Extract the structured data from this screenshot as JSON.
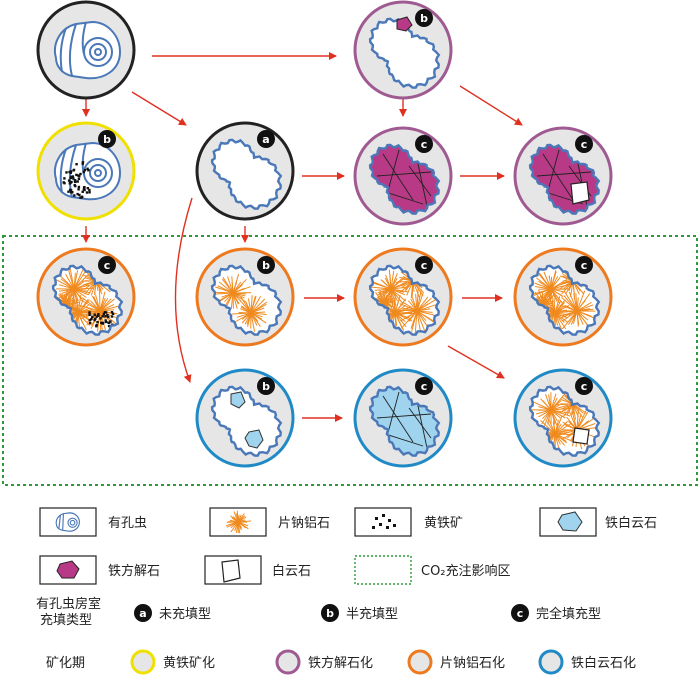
{
  "colors": {
    "arrow": "#e03020",
    "zone_border": "#2e9a3a",
    "circle_fill": "#e6e6e6",
    "shell_line": "#4a78b8",
    "stage_unfilled": "#222222",
    "stage_pyrite": "#f0e000",
    "stage_ferrocalcite": "#a05a92",
    "stage_dawsonite": "#ee7a20",
    "stage_ankerite": "#1f8ac6",
    "ferrocalcite_fill": "#b83a86",
    "dawsonite_fiber": "#f08a1e",
    "ankerite_fill": "#9fd3ee",
    "pyrite": "#111111"
  },
  "nodes": [
    {
      "id": "n1",
      "stage": "unfilled",
      "content": "foraminifera",
      "badge": ""
    },
    {
      "id": "n2",
      "stage": "ferrocalcite",
      "content": "ferrocalcite-small",
      "badge": "b"
    },
    {
      "id": "n3",
      "stage": "pyrite",
      "content": "pyrite-shell",
      "badge": "b"
    },
    {
      "id": "n4",
      "stage": "unfilled",
      "content": "empty-chamber",
      "badge": "a"
    },
    {
      "id": "n5",
      "stage": "ferrocalcite",
      "content": "ferrocalcite-full",
      "badge": "c"
    },
    {
      "id": "n6",
      "stage": "ferrocalcite",
      "content": "ferrocalcite-dolomite",
      "badge": "c"
    },
    {
      "id": "n7",
      "stage": "dawsonite",
      "content": "dawsonite-pyrite",
      "badge": "c"
    },
    {
      "id": "n8",
      "stage": "dawsonite",
      "content": "dawsonite-half",
      "badge": "b"
    },
    {
      "id": "n9",
      "stage": "dawsonite",
      "content": "dawsonite-full",
      "badge": "c"
    },
    {
      "id": "n10",
      "stage": "dawsonite",
      "content": "dawsonite-full",
      "badge": "c"
    },
    {
      "id": "n11",
      "stage": "ankerite",
      "content": "ankerite-half",
      "badge": "b"
    },
    {
      "id": "n12",
      "stage": "ankerite",
      "content": "ankerite-full",
      "badge": "c"
    },
    {
      "id": "n13",
      "stage": "ankerite",
      "content": "ankerite-dawsonite",
      "badge": "c"
    }
  ],
  "legend": {
    "items": [
      {
        "icon": "foraminifera",
        "label": "有孔虫"
      },
      {
        "icon": "dawsonite",
        "label": "片钠铝石"
      },
      {
        "icon": "pyrite",
        "label": "黄铁矿"
      },
      {
        "icon": "ankerite",
        "label": "铁白云石"
      },
      {
        "icon": "ferrocalcite",
        "label": "铁方解石"
      },
      {
        "icon": "dolomite",
        "label": "白云石"
      },
      {
        "icon": "co2-zone",
        "label": "CO₂充注影响区"
      }
    ],
    "fill_type_heading_line1": "有孔虫房室",
    "fill_type_heading_line2": "充填类型",
    "fill_types": [
      {
        "badge": "a",
        "label": "未充填型"
      },
      {
        "badge": "b",
        "label": "半充填型"
      },
      {
        "badge": "c",
        "label": "完全填充型"
      }
    ],
    "stage_heading": "矿化期",
    "stages": [
      {
        "key": "pyrite",
        "label": "黄铁矿化"
      },
      {
        "key": "ferrocalcite",
        "label": "铁方解石化"
      },
      {
        "key": "dawsonite",
        "label": "片钠铝石化"
      },
      {
        "key": "ankerite",
        "label": "铁白云石化"
      }
    ]
  }
}
